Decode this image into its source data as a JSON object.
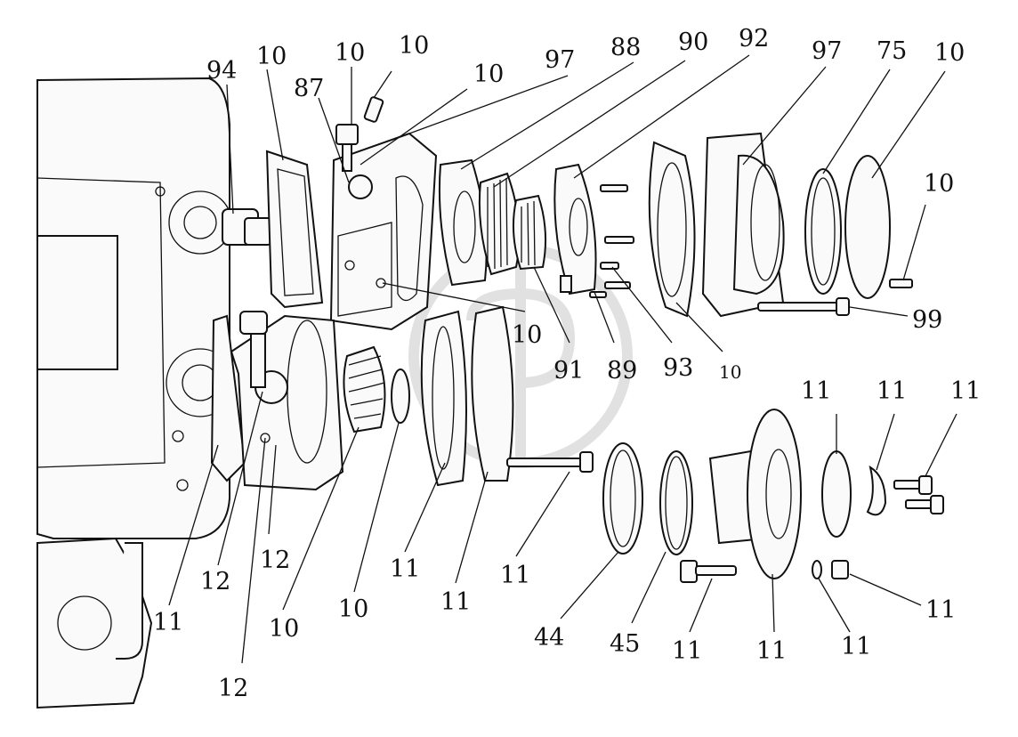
{
  "labels": [
    {
      "id": "l94",
      "text": "94"
    },
    {
      "id": "l10a",
      "text": "10"
    },
    {
      "id": "l87",
      "text": "87"
    },
    {
      "id": "l10b",
      "text": "10"
    },
    {
      "id": "l10c",
      "text": "10"
    },
    {
      "id": "l10d",
      "text": "10"
    },
    {
      "id": "l97a",
      "text": "97"
    },
    {
      "id": "l88",
      "text": "88"
    },
    {
      "id": "l90",
      "text": "90"
    },
    {
      "id": "l92",
      "text": "92"
    },
    {
      "id": "l97b",
      "text": "97"
    },
    {
      "id": "l75",
      "text": "75"
    },
    {
      "id": "l10e",
      "text": "10"
    },
    {
      "id": "l10f",
      "text": "10"
    },
    {
      "id": "l99",
      "text": "99"
    },
    {
      "id": "l10g",
      "text": "10"
    },
    {
      "id": "l91",
      "text": "91"
    },
    {
      "id": "l89",
      "text": "89"
    },
    {
      "id": "l93",
      "text": "93"
    },
    {
      "id": "l10h",
      "text": "10"
    },
    {
      "id": "l11a",
      "text": "11"
    },
    {
      "id": "l11b",
      "text": "11"
    },
    {
      "id": "l11c",
      "text": "11"
    },
    {
      "id": "l11d",
      "text": "11"
    },
    {
      "id": "l11e",
      "text": "11"
    },
    {
      "id": "l11f",
      "text": "11"
    },
    {
      "id": "l11g",
      "text": "11"
    },
    {
      "id": "l11h",
      "text": "11"
    },
    {
      "id": "l11i",
      "text": "11"
    },
    {
      "id": "l11j",
      "text": "11"
    },
    {
      "id": "l11k",
      "text": "11"
    },
    {
      "id": "l12a",
      "text": "12"
    },
    {
      "id": "l12b",
      "text": "12"
    },
    {
      "id": "l12c",
      "text": "12"
    },
    {
      "id": "l10i",
      "text": "10"
    },
    {
      "id": "l10j",
      "text": "10"
    },
    {
      "id": "l44",
      "text": "44"
    },
    {
      "id": "l45",
      "text": "45"
    }
  ]
}
